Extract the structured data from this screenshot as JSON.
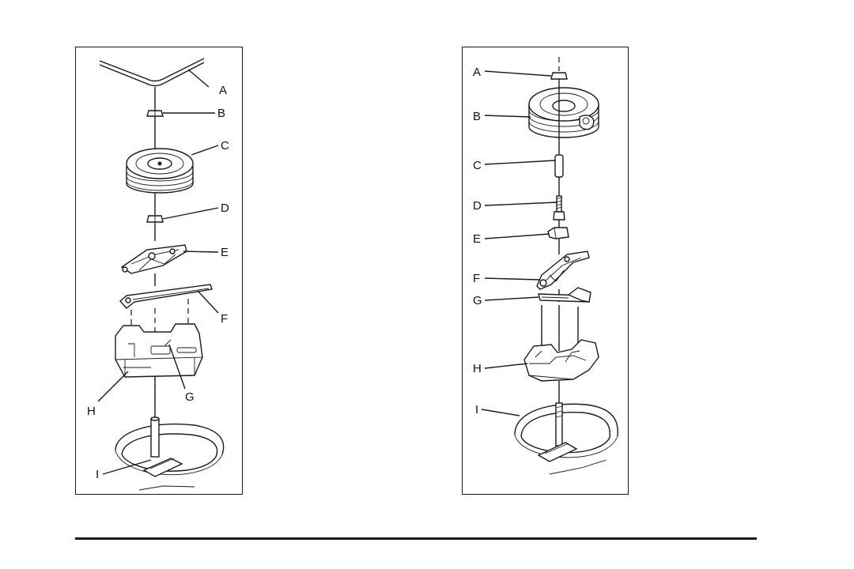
{
  "left_figure": {
    "callouts": [
      "A",
      "B",
      "C",
      "D",
      "E",
      "F",
      "G",
      "H",
      "I"
    ]
  },
  "right_figure": {
    "callouts": [
      "A",
      "B",
      "C",
      "D",
      "E",
      "F",
      "G",
      "H",
      "I"
    ]
  }
}
